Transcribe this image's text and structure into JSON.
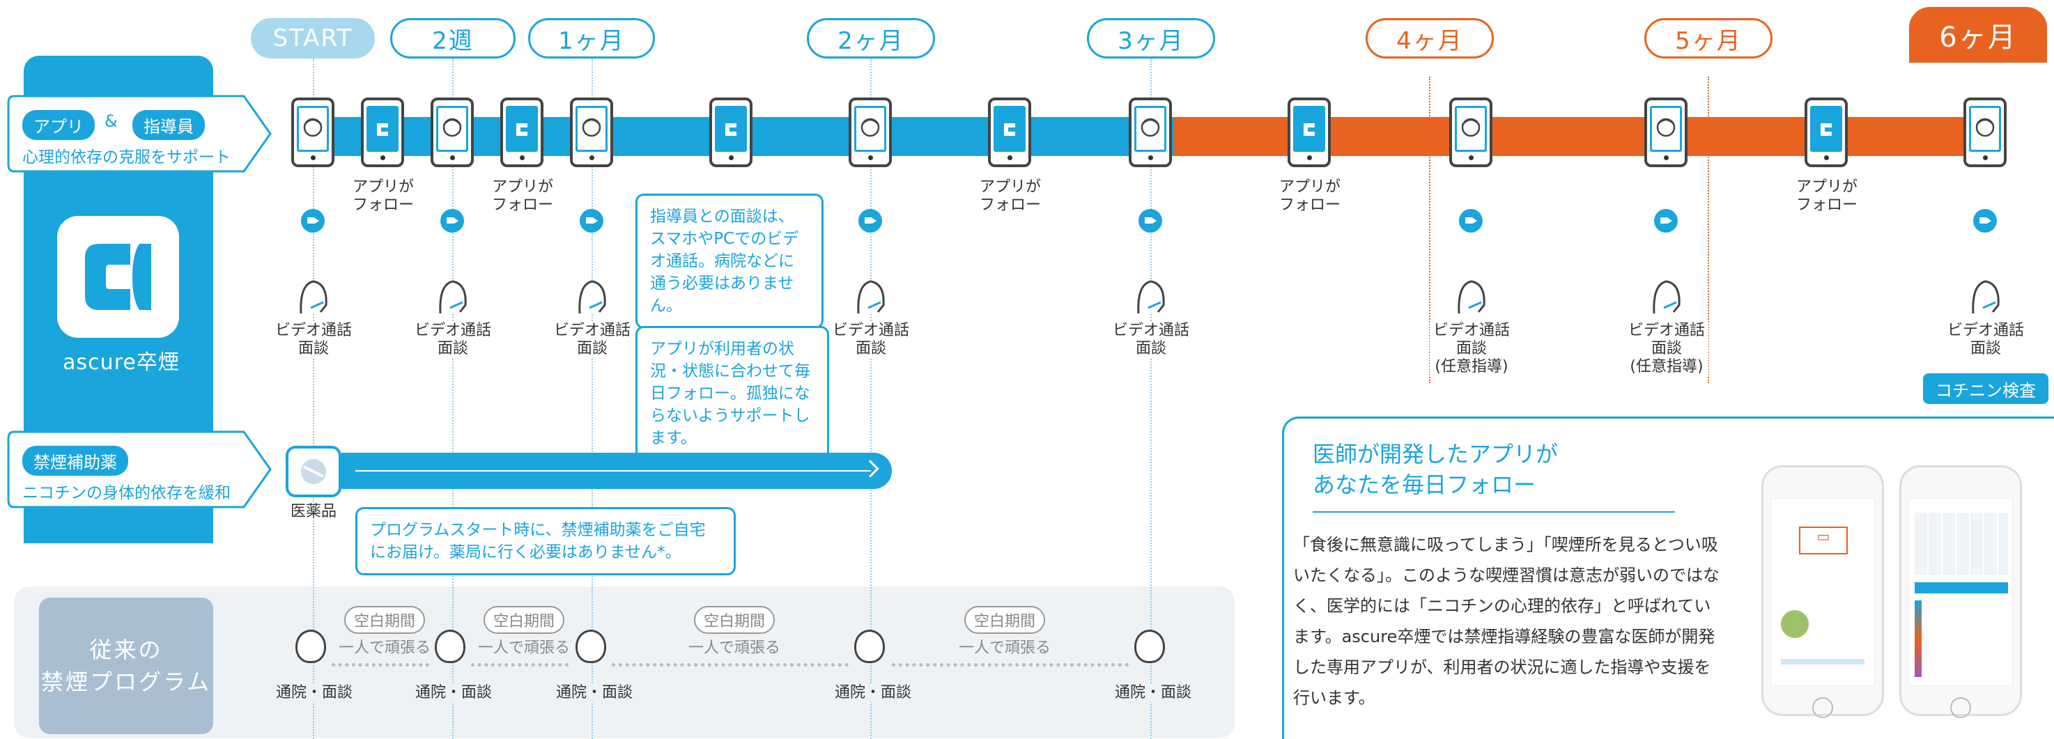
{
  "milestones": {
    "start": "START",
    "w2": "2週",
    "m1": "1ヶ月",
    "m2": "2ヶ月",
    "m3": "3ヶ月",
    "m4": "4ヶ月",
    "m5": "5ヶ月",
    "m6": "6ヶ月"
  },
  "support_box": {
    "app_tag": "アプリ",
    "amp": "&",
    "instructor_tag": "指導員",
    "subtitle": "心理的依存の克服をサポート"
  },
  "logo": {
    "text": "ascure卒煙"
  },
  "medicine_box": {
    "tag": "禁煙補助薬",
    "subtitle": "ニコチンの身体的依存を緩和"
  },
  "traditional_box": {
    "line1": "従来の",
    "line2": "禁煙プログラム"
  },
  "labels": {
    "app_follow_1": "アプリが",
    "app_follow_2": "フォロー",
    "video_1": "ビデオ通話",
    "video_2": "面談",
    "optional": "(任意指導)",
    "medicine": "医薬品",
    "visit": "通院・面談",
    "gap": "空白期間",
    "gap_sub": "一人で頑張る",
    "nicotine": "コチニン検査"
  },
  "callouts": {
    "video_note": "指導員との面談は、スマホやPCでのビデオ通話。病院などに通う必要はありません。",
    "app_note": "アプリが利用者の状況・状態に合わせて毎日フォロー。孤独にならないようサポートします。",
    "medicine_note": "プログラムスタート時に、禁煙補助薬をご自宅にお届け。薬局に行く必要はありません*。"
  },
  "doctor_panel": {
    "title1": "医師が開発したアプリが",
    "title2": "あなたを毎日フォロー",
    "body": "「食後に無意識に吸ってしまう」「喫煙所を見るとつい吸いたくなる」。このような喫煙習慣は意志が弱いのではなく、医学的には「ニコチンの心理的依存」と呼ばれています。ascure卒煙では禁煙指導経験の豊富な医師が開発した専用アプリが、利用者の状況に適した指導や支援を行います。"
  },
  "colors": {
    "blue": "#1aa5dc",
    "orange": "#e8631f",
    "gray": "#a9bfd1"
  }
}
